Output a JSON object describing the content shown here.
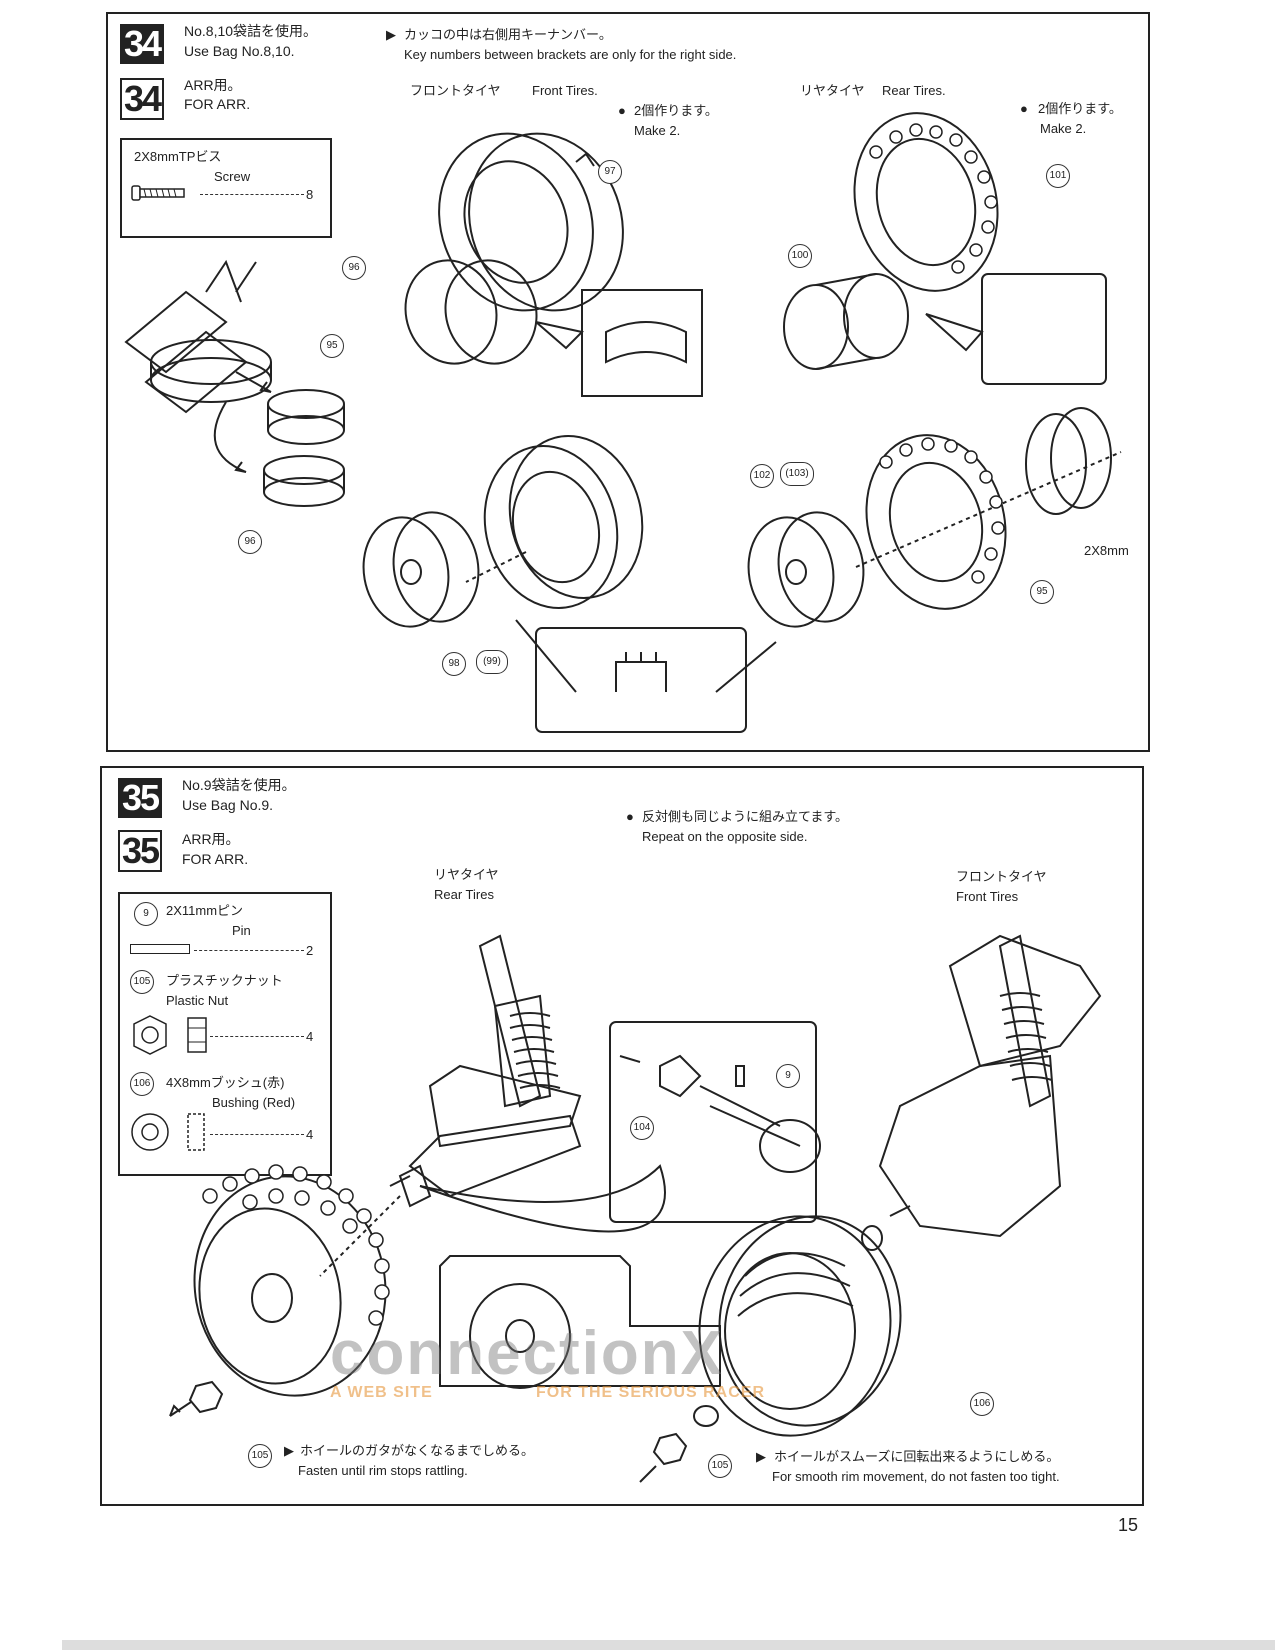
{
  "step34": {
    "number": "34",
    "number_arr": "34",
    "bag_jp": "No.8,10袋詰を使用。",
    "bag_en": "Use Bag No.8,10.",
    "arr_jp": "ARR用。",
    "arr_en": "FOR ARR.",
    "note_jp": "カッコの中は右側用キーナンバー。",
    "note_en": "Key numbers between  brackets are only for the right side.",
    "front_label_jp": "フロントタイヤ",
    "front_label_en": "Front Tires.",
    "rear_label_jp": "リヤタイヤ",
    "rear_label_en": "Rear Tires.",
    "make2_jp_front": "2個作ります。",
    "make2_en_front": "Make 2.",
    "make2_jp_rear": "2個作ります。",
    "make2_en_rear": "Make 2.",
    "parts": {
      "screw_jp": "2X8mmTPビス",
      "screw_en": "Screw",
      "screw_qty": "8"
    },
    "callouts": [
      "97",
      "96",
      "95",
      "96",
      "98",
      "(99)",
      "101",
      "100",
      "102",
      "(103)",
      "95"
    ],
    "size_label": "2X8mm"
  },
  "step35": {
    "number": "35",
    "number_arr": "35",
    "bag_jp": "No.9袋詰を使用。",
    "bag_en": "Use Bag No.9.",
    "arr_jp": "ARR用。",
    "arr_en": "FOR ARR.",
    "note_jp": "反対側も同じように組み立てます。",
    "note_en": "Repeat on the opposite side.",
    "rear_label_jp": "リヤタイヤ",
    "rear_label_en": "Rear Tires",
    "front_label_jp": "フロントタイヤ",
    "front_label_en": "Front Tires",
    "parts": {
      "pin_num": "9",
      "pin_jp": "2X11mmピン",
      "pin_en": "Pin",
      "pin_qty": "2",
      "nut_num": "105",
      "nut_jp": "プラスチックナット",
      "nut_en": "Plastic Nut",
      "nut_qty": "4",
      "bush_num": "106",
      "bush_jp": "4X8mmブッシュ(赤)",
      "bush_en": "Bushing (Red)",
      "bush_qty": "4"
    },
    "callouts": [
      "9",
      "104",
      "105",
      "106",
      "105"
    ],
    "fasten_jp": "ホイールのガタがなくなるまでしめる。",
    "fasten_en": "Fasten until rim stops rattling.",
    "smooth_jp": "ホイールがスムーズに回転出来るようにしめる。",
    "smooth_en": "For smooth rim movement, do not fasten too tight."
  },
  "watermark": {
    "brand": "connectionX",
    "tagline_left": "A WEB SITE",
    "tagline_right": "FOR THE SERIOUS RACER"
  },
  "page_number": "15"
}
